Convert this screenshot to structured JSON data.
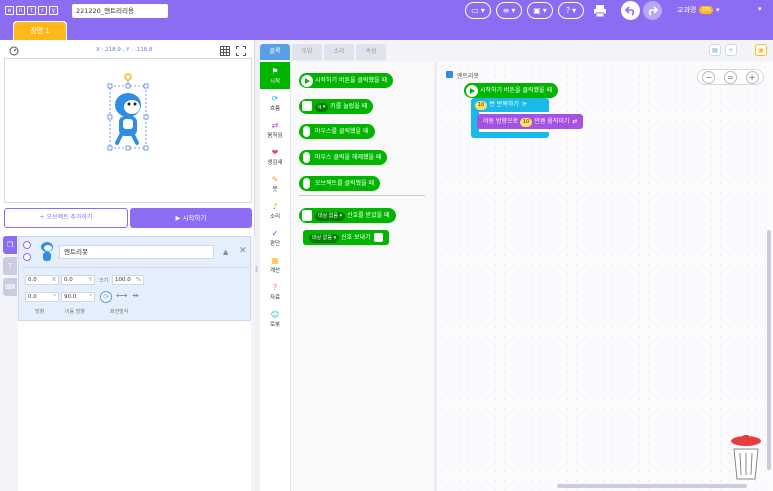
{
  "header": {
    "logo_letters": [
      "e",
      "n",
      "t",
      "r",
      "y"
    ],
    "project_title": "221220_엔트리리용",
    "user_name": "교과명",
    "user_badge": "ON"
  },
  "scene": {
    "tab_label": "장면 1"
  },
  "stage": {
    "coordinates": "X : 218.9 , Y : -118.8"
  },
  "buttons": {
    "add_object": "+ 오브젝트 추가하기",
    "run": "▶ 시작하기"
  },
  "object": {
    "name": "엔트리봇",
    "x": "0.0",
    "x_unit": "X",
    "y": "0.0",
    "y_unit": "Y",
    "size_label": "크기",
    "size": "100.0",
    "size_unit": "%",
    "direction": "0.0",
    "move_direction": "90.0",
    "direction_label": "방향",
    "move_direction_label": "이동 방향",
    "rotation_label": "회전방식"
  },
  "editor_tabs": [
    "블록",
    "모양",
    "소리",
    "속성"
  ],
  "categories": [
    {
      "label": "시작",
      "icon": "⚑"
    },
    {
      "label": "흐름",
      "icon": "⟳"
    },
    {
      "label": "움직임",
      "icon": "⇄"
    },
    {
      "label": "생김새",
      "icon": "❤"
    },
    {
      "label": "붓",
      "icon": "✎"
    },
    {
      "label": "소리",
      "icon": "♪"
    },
    {
      "label": "판단",
      "icon": "✓"
    },
    {
      "label": "계산",
      "icon": "▦"
    },
    {
      "label": "자료",
      "icon": "?"
    },
    {
      "label": "로봇",
      "icon": "☺"
    }
  ],
  "palette_blocks": [
    {
      "text": "시작하기 버튼을 클릭했을 때"
    },
    {
      "key": "q ▾",
      "text": "키를 눌렀을 때"
    },
    {
      "text": "마우스를 클릭했을 때"
    },
    {
      "text": "마우스 클릭을 해제했을 때"
    },
    {
      "text": "오브젝트를 클릭했을 때"
    },
    {
      "dropdown": "대상 없음 ▾",
      "text": "신호를 받았을 때"
    },
    {
      "dropdown": "대상 없음 ▾",
      "text": "신호 보내기"
    }
  ],
  "canvas": {
    "object_label": "엔트리봇",
    "script": {
      "hat": "시작하기 버튼을 클릭했을 때",
      "repeat_count": "10",
      "repeat_text": "번 반복하기",
      "move_prefix": "이동 방향으로",
      "move_value": "10",
      "move_suffix": "만큼 움직이기"
    }
  },
  "zoom": {
    "minus": "−",
    "reset": "=",
    "plus": "+"
  }
}
